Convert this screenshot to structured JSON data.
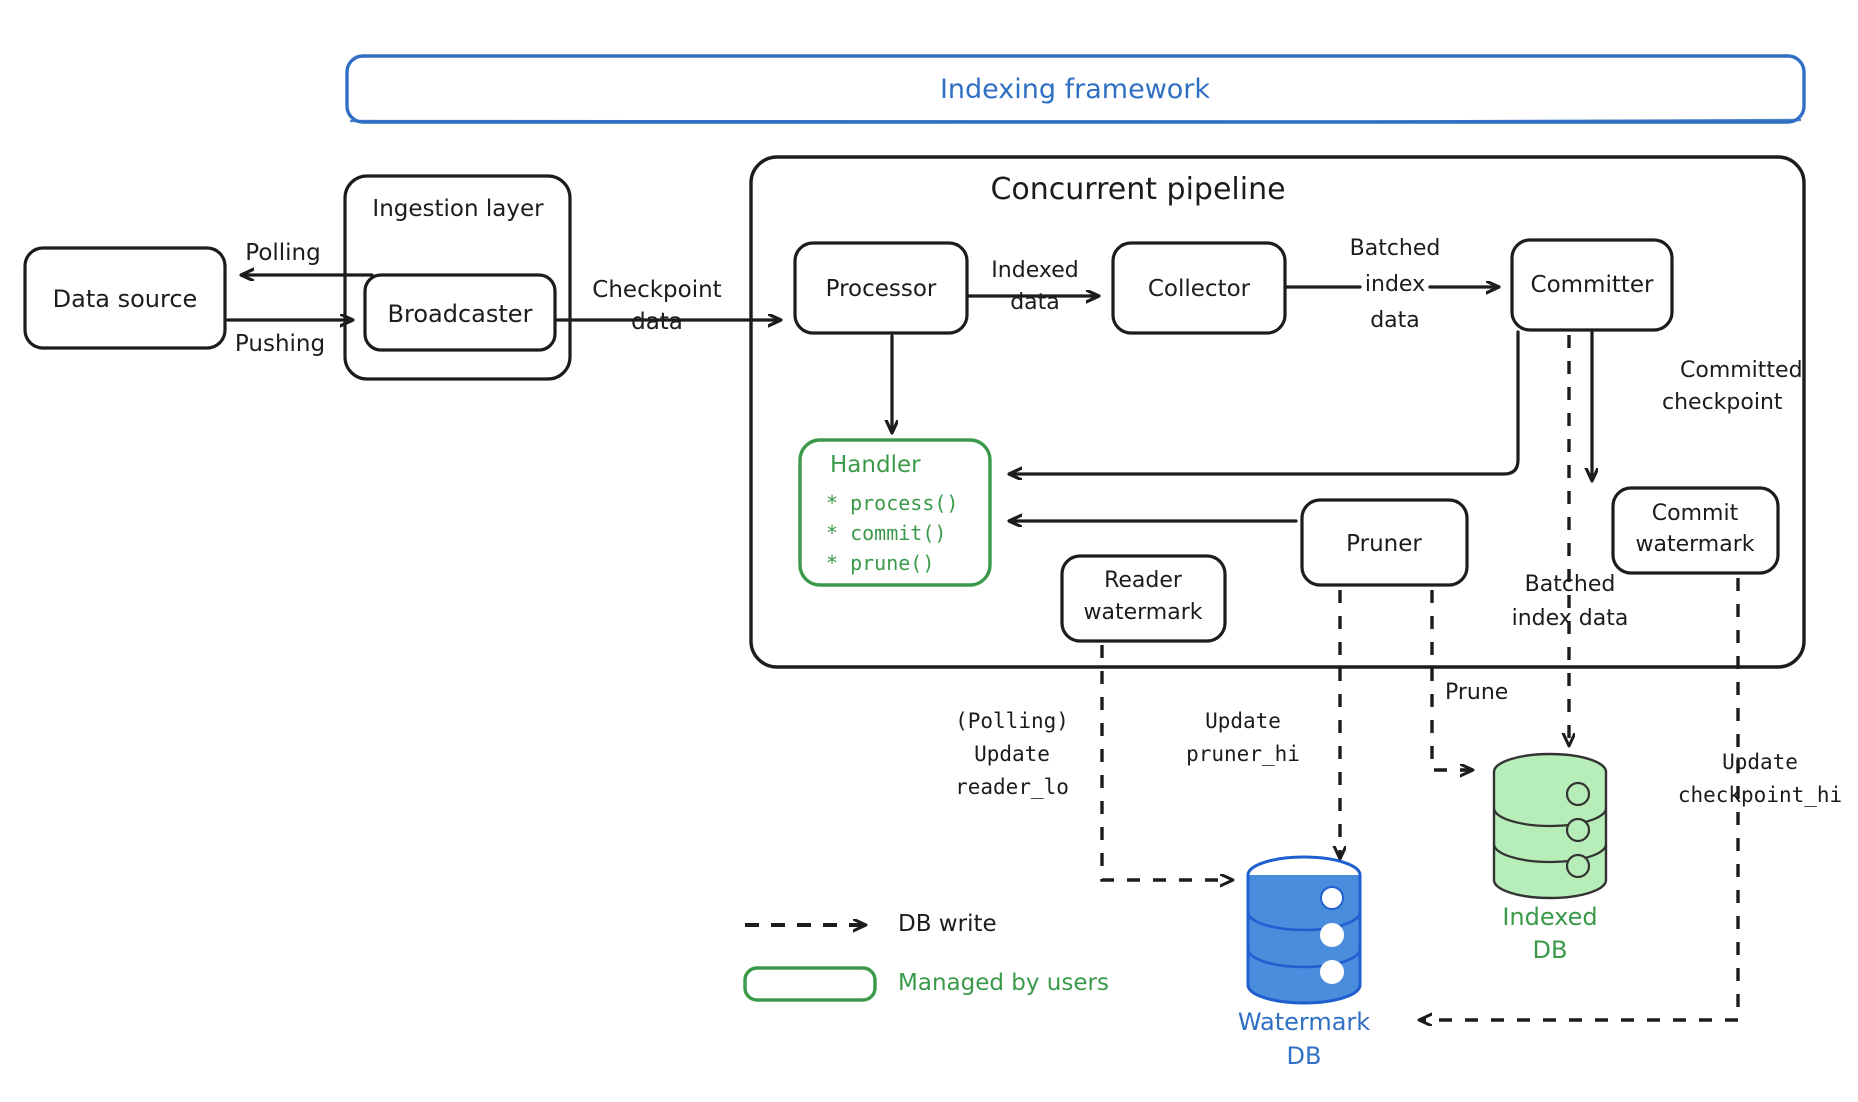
{
  "diagram": {
    "title": "Indexing framework",
    "colors": {
      "blue": "#2f6fc4",
      "green": "#3a9a4a",
      "green_fill": "#b6edb9",
      "blue_fill": "#4a8ddc",
      "ink": "#1c1c1c"
    },
    "containers": {
      "framework": "Indexing framework",
      "ingestion_layer": "Ingestion layer",
      "concurrent_pipeline": "Concurrent pipeline"
    },
    "nodes": {
      "data_source": "Data source",
      "broadcaster": "Broadcaster",
      "processor": "Processor",
      "collector": "Collector",
      "committer": "Committer",
      "commit_watermark_l1": "Commit",
      "commit_watermark_l2": "watermark",
      "pruner": "Pruner",
      "reader_watermark_l1": "Reader",
      "reader_watermark_l2": "watermark",
      "handler_title": "Handler",
      "handler_methods": [
        "* process()",
        "* commit()",
        "* prune()"
      ]
    },
    "databases": {
      "indexed_db_l1": "Indexed",
      "indexed_db_l2": "DB",
      "watermark_db_l1": "Watermark",
      "watermark_db_l2": "DB"
    },
    "edge_labels": {
      "polling": "Polling",
      "pushing": "Pushing",
      "checkpoint_data_l1": "Checkpoint",
      "checkpoint_data_l2": "data",
      "indexed_data_l1": "Indexed",
      "indexed_data_l2": "data",
      "batched_index_data_l1": "Batched",
      "batched_index_data_l2": "index",
      "batched_index_data_l3": "data",
      "committed_checkpoint_l1": "Committed",
      "committed_checkpoint_l2": "checkpoint",
      "batched_index_data_b_l1": "Batched",
      "batched_index_data_b_l2": "index data",
      "prune": "Prune",
      "polling_paren": "(Polling)",
      "update_reader_l1": "Update",
      "update_reader_l2": "reader_lo",
      "update_pruner_l1": "Update",
      "update_pruner_l2": "pruner_hi",
      "update_checkpoint_l1": "Update",
      "update_checkpoint_l2": "checkpoint_hi"
    },
    "legend": {
      "db_write": "DB write",
      "managed_by_users": "Managed by users"
    }
  }
}
